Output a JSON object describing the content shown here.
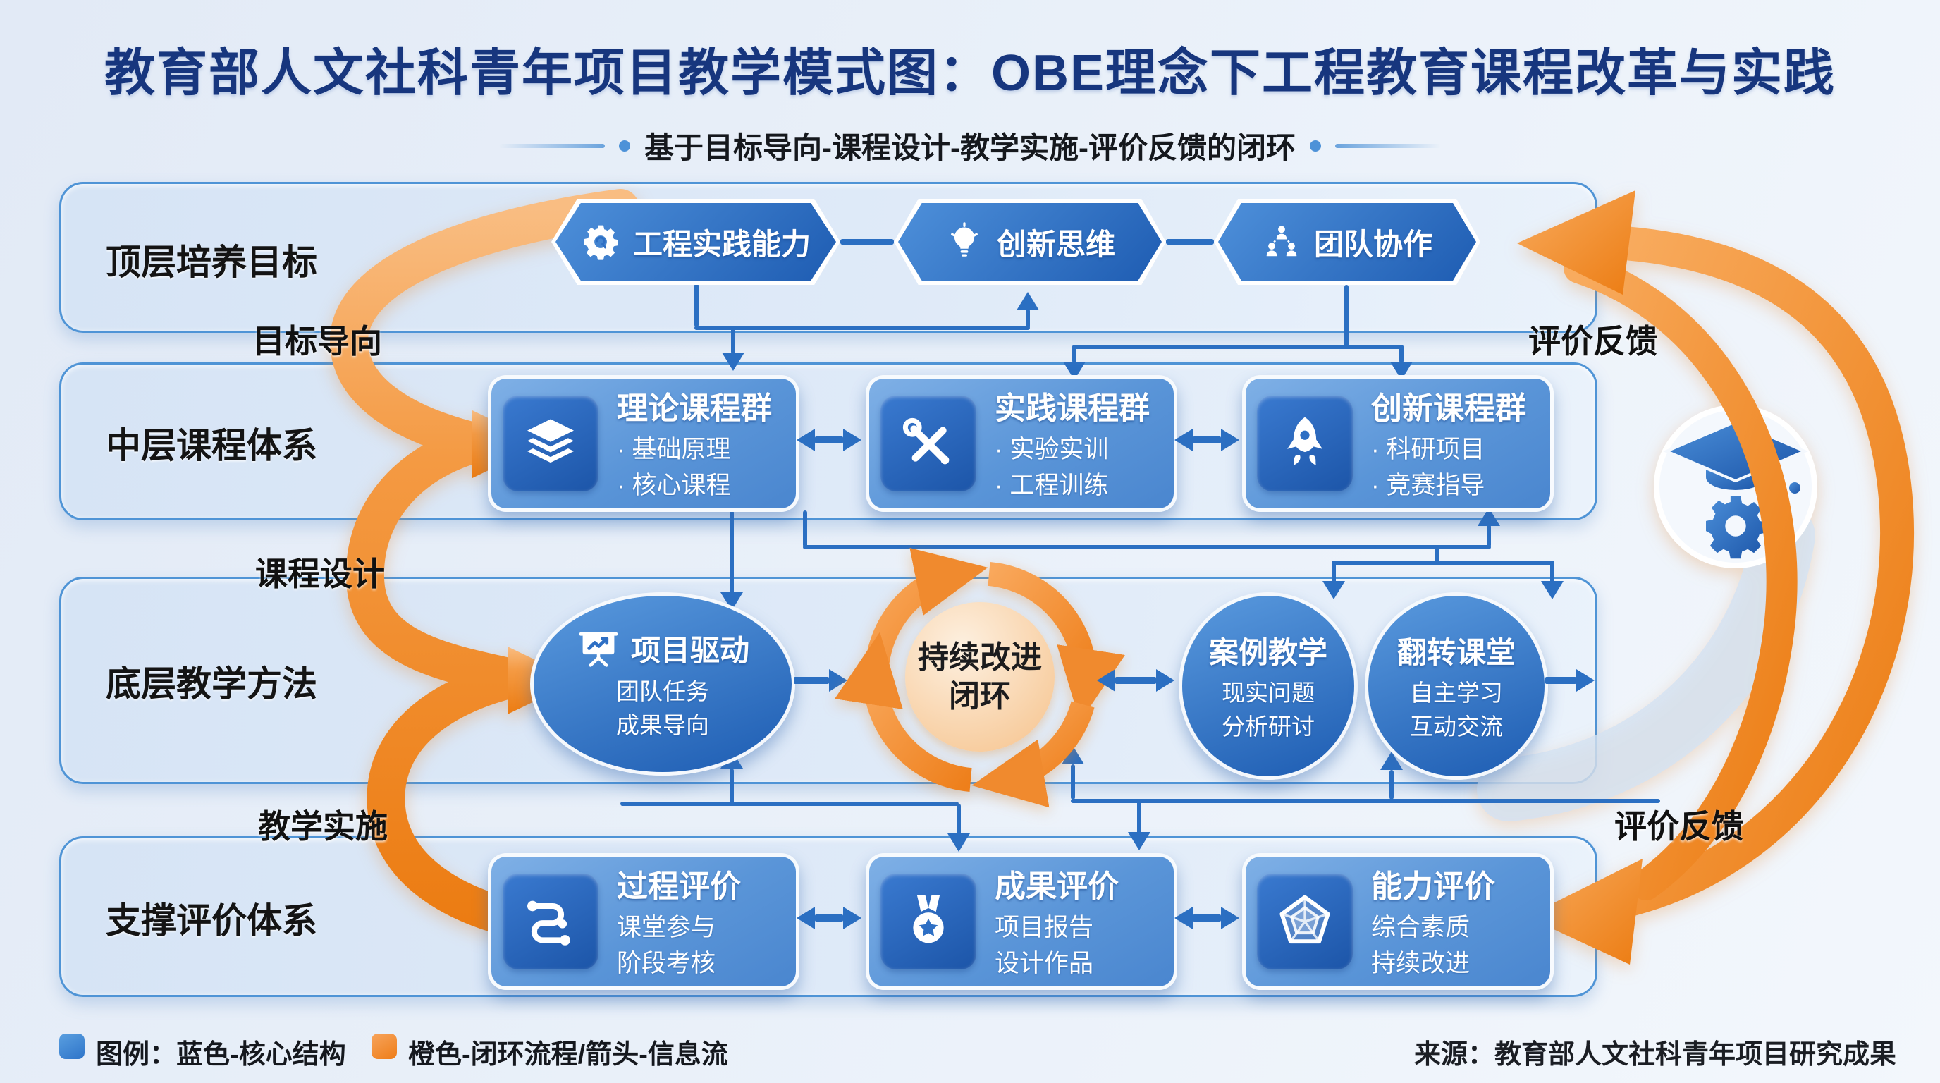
{
  "title": "教育部人文社科青年项目教学模式图：OBE理念下工程教育课程改革与实践",
  "subtitle": "基于目标导向-课程设计-教学实施-评价反馈的闭环",
  "layers": [
    {
      "label": "顶层培养目标"
    },
    {
      "label": "中层课程体系"
    },
    {
      "label": "底层教学方法"
    },
    {
      "label": "支撑评价体系"
    }
  ],
  "goals": [
    {
      "label": "工程实践能力",
      "icon": "gear-icon"
    },
    {
      "label": "创新思维",
      "icon": "lightbulb-icon"
    },
    {
      "label": "团队协作",
      "icon": "team-icon"
    }
  ],
  "courses": [
    {
      "title": "理论课程群",
      "icon": "books-icon",
      "items": [
        "· 基础原理",
        "· 核心课程"
      ]
    },
    {
      "title": "实践课程群",
      "icon": "tools-icon",
      "items": [
        "· 实验实训",
        "· 工程训练"
      ]
    },
    {
      "title": "创新课程群",
      "icon": "rocket-icon",
      "items": [
        "· 科研项目",
        "· 竞赛指导"
      ]
    }
  ],
  "methods": {
    "project": {
      "title": "项目驱动",
      "icon": "presentation-icon",
      "lines": [
        "团队任务",
        "成果导向"
      ]
    },
    "loop": {
      "line1": "持续改进",
      "line2": "闭环"
    },
    "case": {
      "title": "案例教学",
      "lines": [
        "现实问题",
        "分析研讨"
      ]
    },
    "flipped": {
      "title": "翻转课堂",
      "lines": [
        "自主学习",
        "互动交流"
      ]
    }
  },
  "evaluations": [
    {
      "title": "过程评价",
      "icon": "route-icon",
      "items": [
        "课堂参与",
        "阶段考核"
      ]
    },
    {
      "title": "成果评价",
      "icon": "medal-icon",
      "items": [
        "项目报告",
        "设计作品"
      ]
    },
    {
      "title": "能力评价",
      "icon": "radar-icon",
      "items": [
        "综合素质",
        "持续改进"
      ]
    }
  ],
  "flow_labels": {
    "goal": "目标导向",
    "design": "课程设计",
    "implement": "教学实施",
    "feedback_top": "评价反馈",
    "feedback_bottom": "评价反馈"
  },
  "legend": {
    "blue": "图例：蓝色-核心结构",
    "orange": "橙色-闭环流程/箭头-信息流"
  },
  "source": "来源：教育部人文社科青年项目研究成果",
  "colors": {
    "primary_blue": "#2b6fc2",
    "deep_blue": "#1b56ac",
    "navy_title": "#17367e",
    "orange": "#ee7f1b",
    "light_orange": "#f8ab5e",
    "band_fill": "#dbe7f6",
    "band_border": "#4f94d6"
  }
}
